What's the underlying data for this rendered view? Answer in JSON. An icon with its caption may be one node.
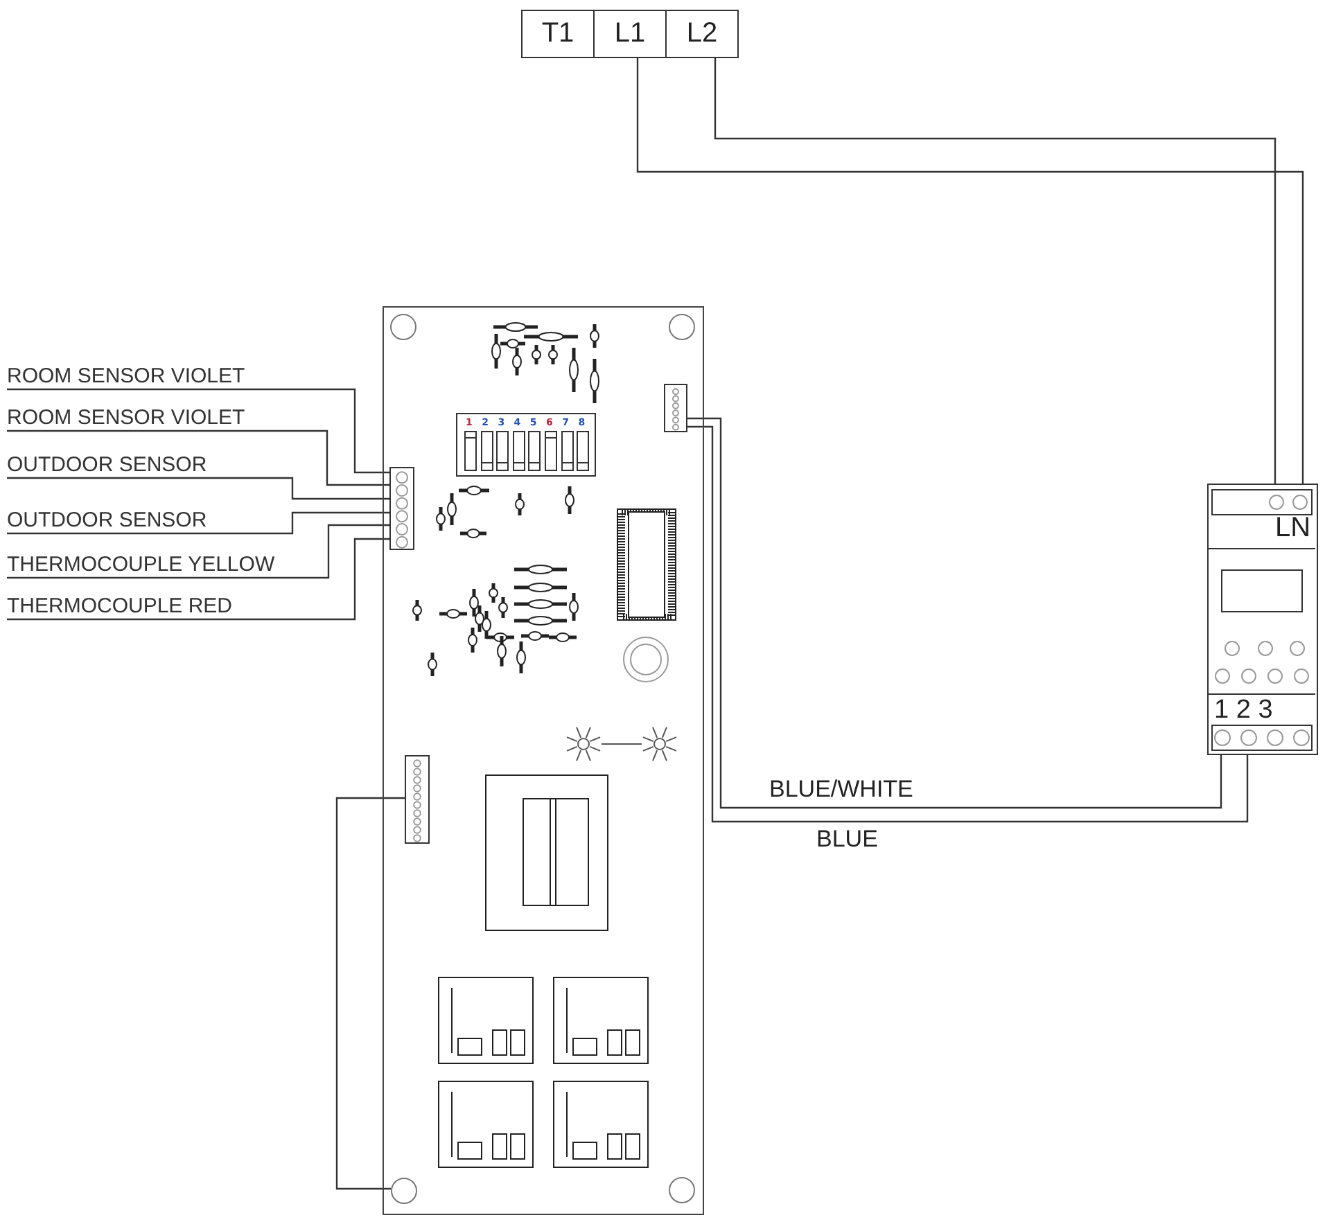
{
  "diagram": {
    "nodes": [
      {
        "text": [
          "T1"
        ]
      },
      {
        "text": [
          "L1"
        ]
      },
      {
        "text": [
          "L2"
        ]
      },
      {
        "text": [],
        "shape": "box"
      },
      {
        "text": [],
        "shape": "bar",
        "in": 3
      },
      {
        "text": [
          "ROOM SENSOR VIOLET"
        ]
      },
      {
        "text": [
          "ROOM SENSOR VIOLET"
        ]
      },
      {
        "text": [
          "OUTDOOR SENSOR"
        ]
      },
      {
        "text": [
          "OUTDOOR SENSOR"
        ]
      },
      {
        "text": [
          "THERMOCOUPLE YELLOW"
        ]
      },
      {
        "text": [
          "THERMOCOUPLE RED"
        ]
      },
      {
        "text": [
          "1",
          "2",
          "3",
          "4",
          "5",
          "6",
          "7",
          "8"
        ],
        "in": 3
      },
      {
        "text": [],
        "shape": "bar",
        "in": 3
      },
      {
        "text": [],
        "shape": "bar",
        "in": 3
      },
      {
        "text": [],
        "shape": "circle",
        "in": 3
      },
      {
        "text": [
          "LN",
          "1 2 3"
        ]
      }
    ],
    "edges": [
      {
        "from": 5,
        "to": 4,
        "arrow": "none"
      },
      {
        "from": 6,
        "to": 4,
        "arrow": "none"
      },
      {
        "from": 7,
        "to": 4,
        "arrow": "none"
      },
      {
        "from": 8,
        "to": 4,
        "arrow": "none"
      },
      {
        "from": 9,
        "to": 4,
        "arrow": "none"
      },
      {
        "from": 10,
        "to": 4,
        "arrow": "none"
      },
      {
        "from": 1,
        "to": 15,
        "arrow": "none"
      },
      {
        "from": 2,
        "to": 15,
        "arrow": "none"
      },
      {
        "from": 12,
        "to": 15,
        "arrow": "none",
        "label": "BLUE/WHITE"
      },
      {
        "from": 12,
        "to": 15,
        "arrow": "none",
        "label": "BLUE"
      },
      {
        "from": 13,
        "to": 14,
        "arrow": "none"
      }
    ]
  }
}
